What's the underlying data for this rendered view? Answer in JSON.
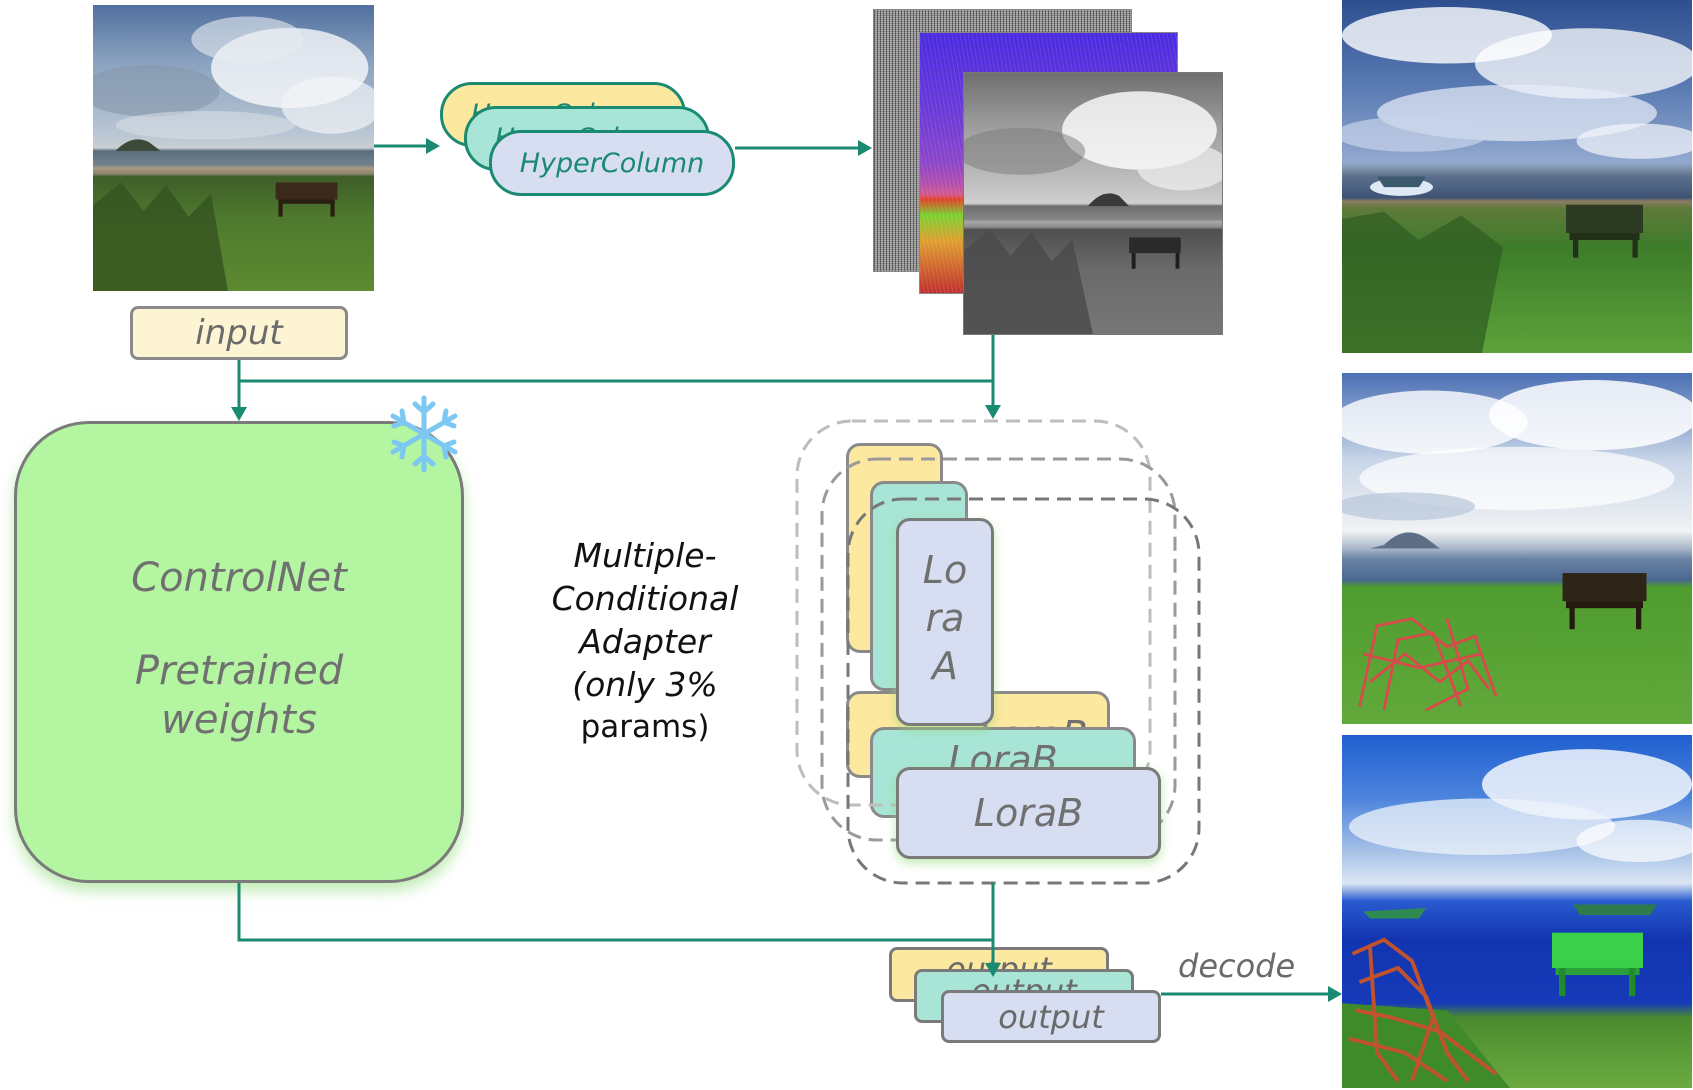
{
  "colors": {
    "connector": "#1a8a72",
    "yellow": "#fde8a0",
    "teal": "#a8e5d6",
    "lavender": "#d8def1",
    "controlnet_fill": "#b3f5a1",
    "label_text": "#707070",
    "snowflake": "#7cc8f2"
  },
  "input": {
    "label": "input"
  },
  "hypercolumn": {
    "label": "HyperColumn"
  },
  "controlnet": {
    "title": "ControlNet",
    "lines": [
      "Pretrained",
      "weights"
    ]
  },
  "adapter_note": {
    "lines": [
      "Multiple-",
      "Conditional",
      "Adapter",
      "(only 3%",
      "params)"
    ]
  },
  "lora_a": {
    "lines": [
      "Lo",
      "ra",
      "A"
    ]
  },
  "lora_b": {
    "label": "LoraB"
  },
  "output": {
    "label": "output"
  },
  "decode": {
    "label": "decode"
  },
  "icons": {
    "frozen": "snowflake-icon"
  }
}
